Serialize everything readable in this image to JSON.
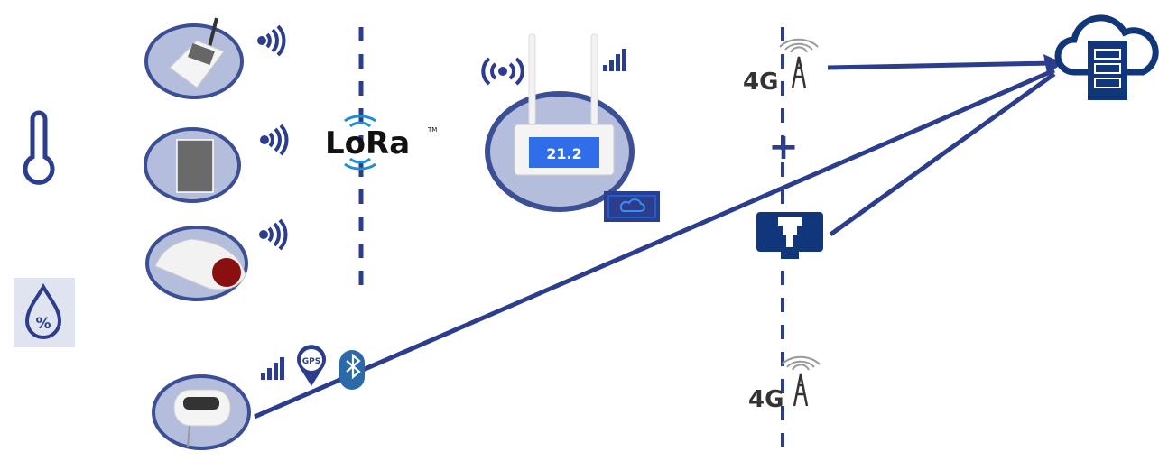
{
  "colors": {
    "navy": "#2b3d8c",
    "ellipse_fill": "#b4bddc",
    "lines": "#2b3d8c"
  },
  "lora": {
    "logo_text": "LoRa",
    "trademark": "TM"
  },
  "gateway": {
    "display_value": "21.2"
  },
  "cellular": {
    "top_label": "4G",
    "bottom_label": "4G"
  },
  "gps": {
    "label": "GPS"
  },
  "connector": {
    "plus": "+"
  },
  "icons": [
    "thermometer-icon",
    "humidity-drop-icon",
    "wifi-icon",
    "broadcast-icon",
    "signal-bars-icon",
    "cloud-icon",
    "cell-tower-icon",
    "ethernet-monitor-icon",
    "cloud-server-icon",
    "gps-pin-icon",
    "bluetooth-icon"
  ],
  "sensors": [
    "handheld-logger",
    "wall-sensor",
    "siren-alarm",
    "portable-logger"
  ]
}
